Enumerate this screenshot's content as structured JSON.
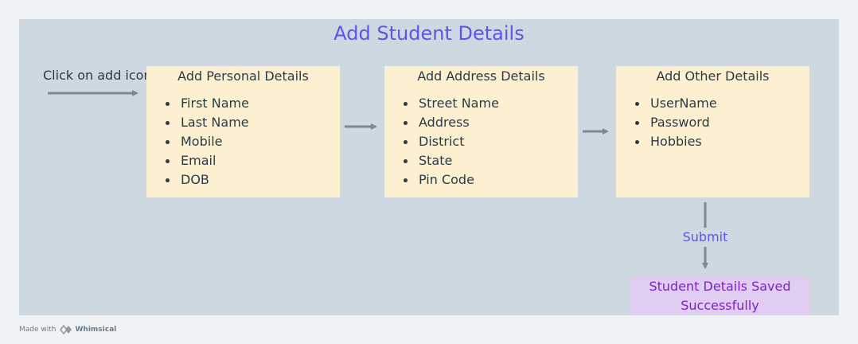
{
  "diagram": {
    "title": "Add Student Details",
    "start_label": "Click on add icon",
    "cards": [
      {
        "title": "Add Personal Details",
        "items": [
          "First Name",
          "Last Name",
          "Mobile",
          "Email",
          "DOB"
        ]
      },
      {
        "title": "Add Address Details",
        "items": [
          "Street Name",
          "Address",
          "District",
          "State",
          "Pin Code"
        ]
      },
      {
        "title": "Add Other Details",
        "items": [
          "UserName",
          "Password",
          "Hobbies"
        ]
      }
    ],
    "submit_label": "Submit",
    "result_label": "Student Details Saved Successfully"
  },
  "footer": {
    "made_with": "Made with",
    "brand": "Whimsical",
    "logo_icon": "whimsical-logo-icon"
  },
  "colors": {
    "board_background": "#cdd8e1",
    "card_background": "#fdf0d1",
    "result_background": "#e1cdf2",
    "title_color": "#5b55e8",
    "connector_color": "#7b8996"
  }
}
